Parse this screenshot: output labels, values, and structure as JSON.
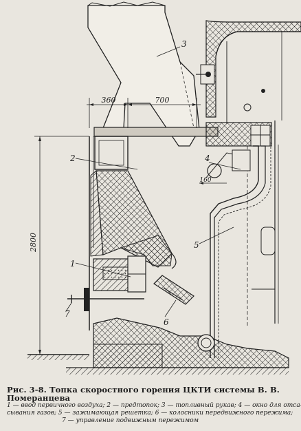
{
  "figure": {
    "dimensions": {
      "d360": "360",
      "d700": "700",
      "d2800": "2800",
      "d160": "160"
    },
    "callouts": [
      "1",
      "2",
      "3",
      "4",
      "5",
      "6",
      "7"
    ]
  },
  "caption": {
    "title": "Рис. 3-8. Топка скоростного горения ЦКТИ системы В. В. Померанцева",
    "legend_lines": [
      "1 — ввод первичного воздуха; 2 — предтопок; 3 — топливный рукав; 4 — окно для отса-",
      "сывания газов; 5 — зажимающая решетка; 6 — колосники передвижного пережима;",
      "7 — управление подвижным пережимом"
    ]
  }
}
